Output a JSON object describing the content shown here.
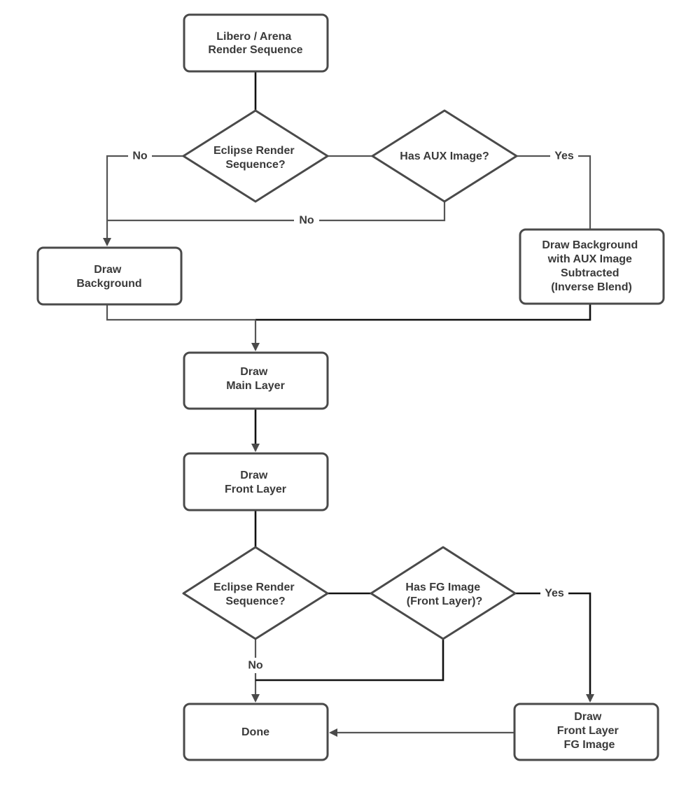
{
  "nodes": {
    "start": {
      "lines": [
        "Libero / Arena",
        "Render Sequence"
      ]
    },
    "eclipse1": {
      "lines": [
        "Eclipse Render",
        "Sequence?"
      ]
    },
    "aux": {
      "lines": [
        "Has AUX Image?"
      ]
    },
    "draw_bg": {
      "lines": [
        "Draw",
        "Background"
      ]
    },
    "draw_bg_aux": {
      "lines": [
        "Draw Background",
        "with AUX Image",
        "Subtracted",
        "(Inverse Blend)"
      ]
    },
    "main_layer": {
      "lines": [
        "Draw",
        "Main Layer"
      ]
    },
    "front_layer": {
      "lines": [
        "Draw",
        "Front Layer"
      ]
    },
    "eclipse2": {
      "lines": [
        "Eclipse Render",
        "Sequence?"
      ]
    },
    "fg": {
      "lines": [
        "Has FG Image",
        "(Front Layer)?"
      ]
    },
    "done": {
      "lines": [
        "Done"
      ]
    },
    "draw_fg": {
      "lines": [
        "Draw",
        "Front Layer",
        "FG Image"
      ]
    }
  },
  "edge_labels": {
    "eclipse1_no": "No",
    "aux_yes": "Yes",
    "aux_no": "No",
    "eclipse2_no": "No",
    "fg_yes": "Yes"
  }
}
